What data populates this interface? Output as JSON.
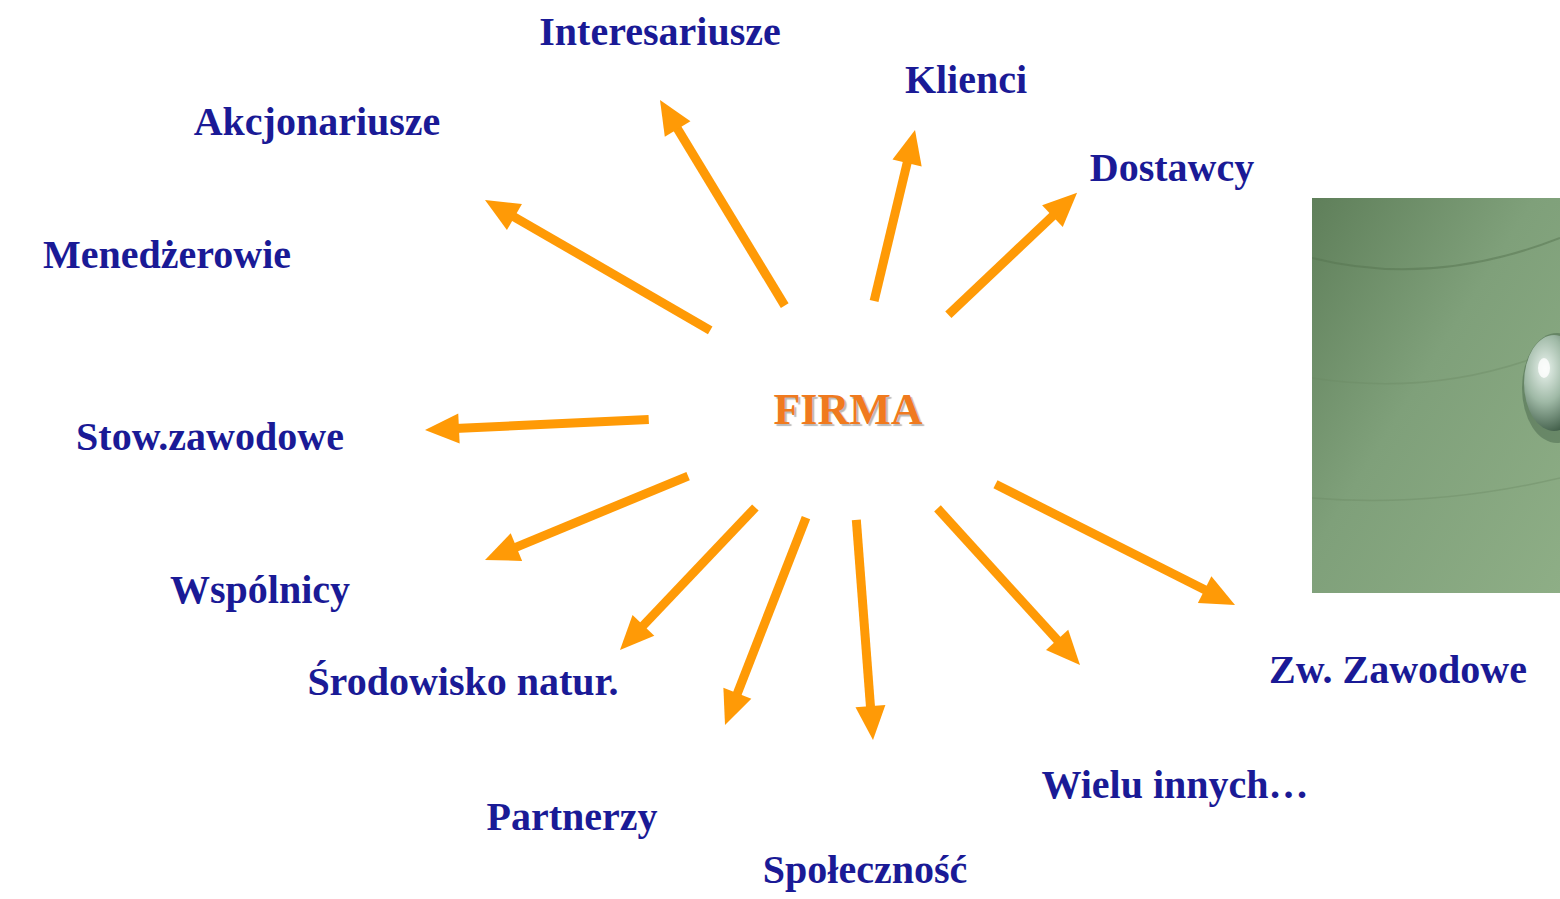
{
  "diagram": {
    "nodes": [
      {
        "text": [
          "FIRMA"
        ]
      },
      {
        "text": [
          "Interesariusze"
        ]
      },
      {
        "text": [
          "Klienci"
        ]
      },
      {
        "text": [
          "Akcjonariusze"
        ]
      },
      {
        "text": [
          "Dostawcy"
        ]
      },
      {
        "text": [
          "Menedżerowie"
        ]
      },
      {
        "text": [
          "Stow.zawodowe"
        ]
      },
      {
        "text": [
          "Wspólnicy"
        ]
      },
      {
        "text": [
          "Zw. Zawodowe"
        ]
      },
      {
        "text": [
          "Środowisko natur."
        ]
      },
      {
        "text": [
          "Wielu innych…"
        ]
      },
      {
        "text": [
          "Partnerzy"
        ]
      },
      {
        "text": [
          "Społeczność"
        ]
      }
    ],
    "edges": [
      {
        "from": 0,
        "to": 1,
        "arrow": "to"
      },
      {
        "from": 0,
        "to": 2,
        "arrow": "to"
      },
      {
        "from": 0,
        "to": 3,
        "arrow": "to"
      },
      {
        "from": 0,
        "to": 4,
        "arrow": "to"
      },
      {
        "from": 0,
        "to": 6,
        "arrow": "to"
      },
      {
        "from": 0,
        "to": 7,
        "arrow": "to"
      },
      {
        "from": 0,
        "to": 8,
        "arrow": "to"
      },
      {
        "from": 0,
        "to": 9,
        "arrow": "to"
      },
      {
        "from": 0,
        "to": 10,
        "arrow": "to"
      },
      {
        "from": 0,
        "to": 11,
        "arrow": "to"
      },
      {
        "from": 0,
        "to": 12,
        "arrow": "to"
      }
    ]
  }
}
